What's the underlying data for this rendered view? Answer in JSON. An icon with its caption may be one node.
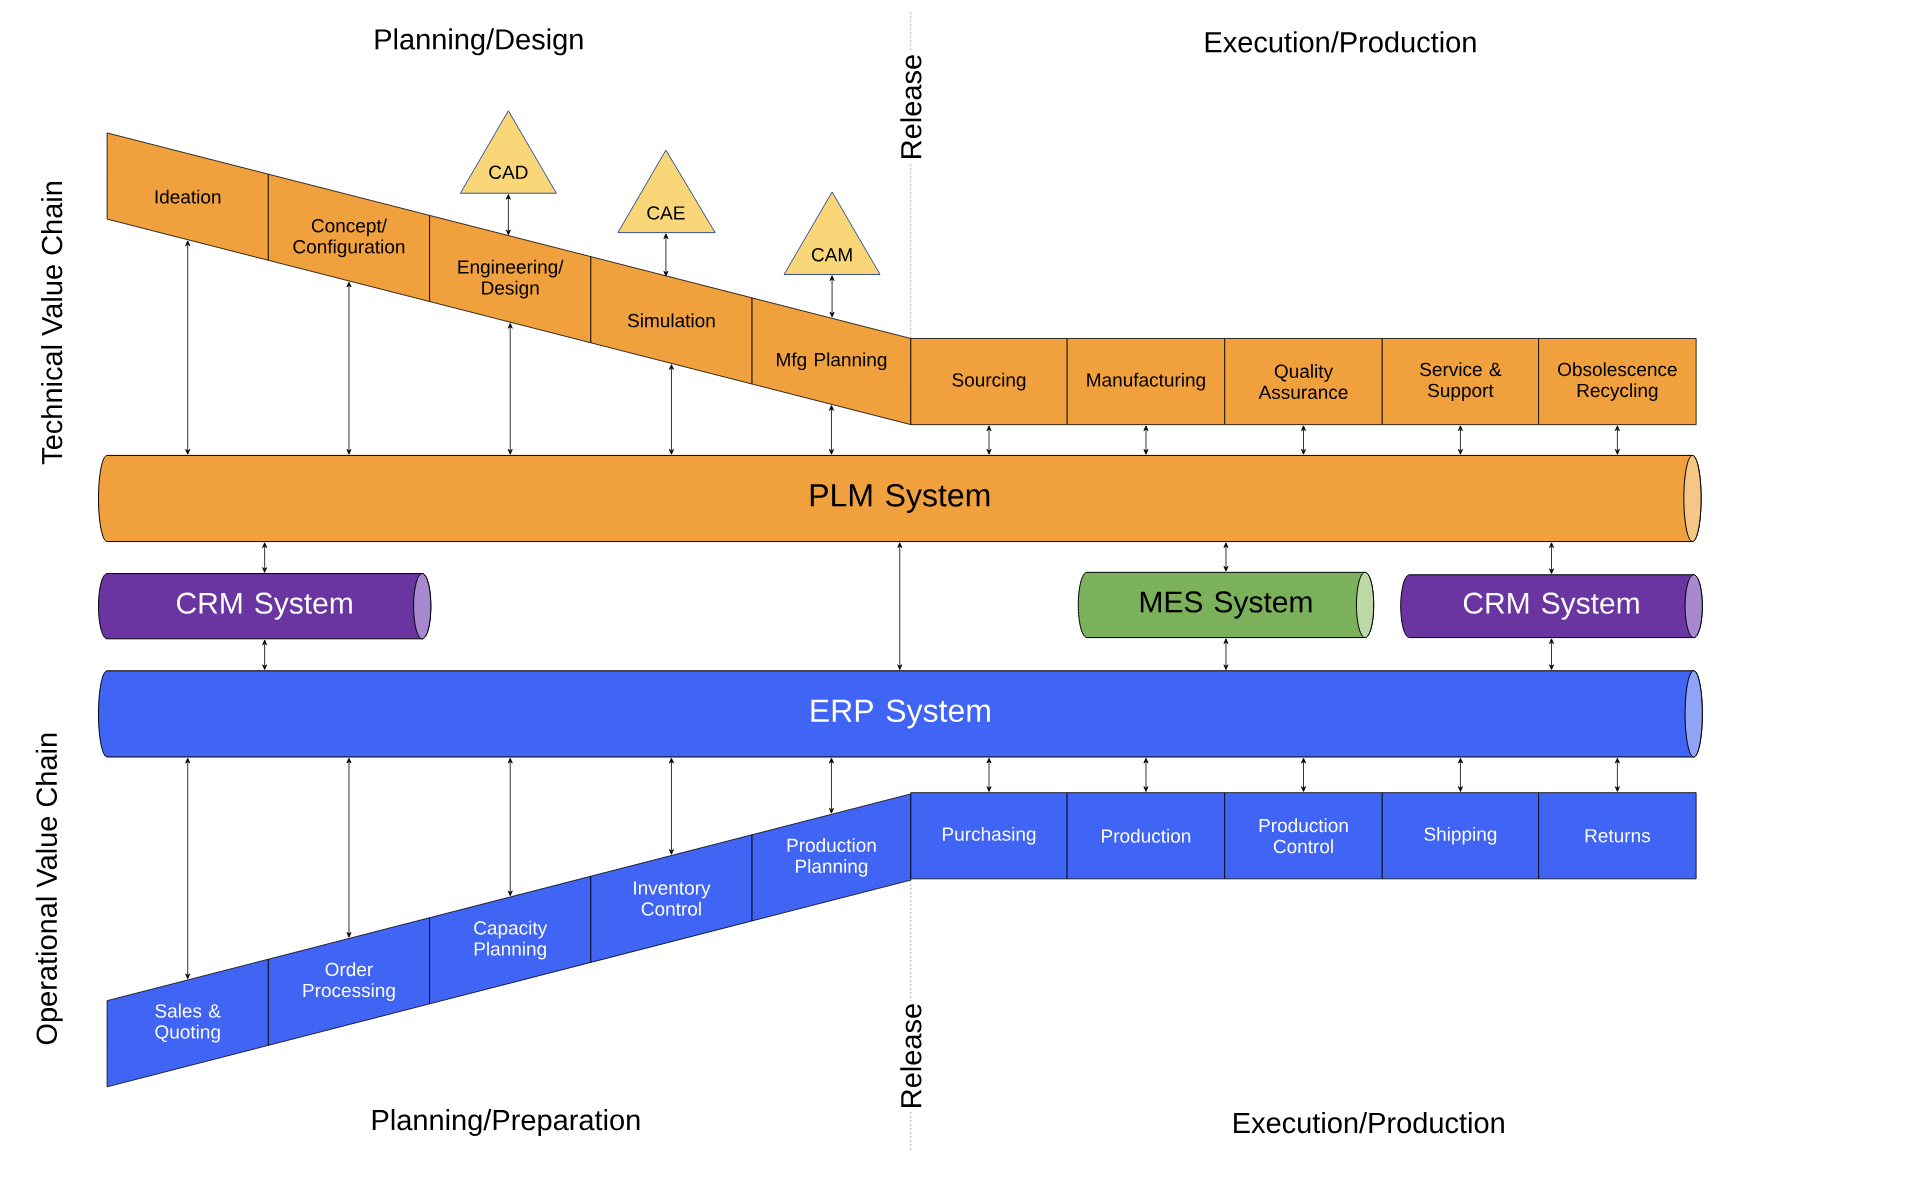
{
  "diagram": {
    "nodes": [
      {
        "text": [
          "CAD"
        ]
      },
      {
        "text": [
          "CAE"
        ]
      },
      {
        "text": [
          "CAM"
        ]
      },
      {
        "text": [
          "Ideation"
        ]
      },
      {
        "text": [
          "Concept/ Configuration"
        ]
      },
      {
        "text": [
          "Engineering/ Design"
        ]
      },
      {
        "text": [
          "Simulation"
        ]
      },
      {
        "text": [
          "Mfg Planning"
        ]
      },
      {
        "text": [
          "Sourcing"
        ]
      },
      {
        "text": [
          "Manufacturing"
        ]
      },
      {
        "text": [
          "Quality Assurance"
        ]
      },
      {
        "text": [
          "Service & Support"
        ]
      },
      {
        "text": [
          "Obsolescence Recycling"
        ]
      },
      {
        "text": [
          "PLM System"
        ]
      },
      {
        "text": [
          "CRM System"
        ]
      },
      {
        "text": [
          "MES System"
        ]
      },
      {
        "text": [
          "CRM System"
        ]
      },
      {
        "text": [
          "ERP System"
        ]
      },
      {
        "text": [
          "Sales & Quoting"
        ]
      },
      {
        "text": [
          "Order Processing"
        ]
      },
      {
        "text": [
          "Capacity Planning"
        ]
      },
      {
        "text": [
          "Inventory Control"
        ]
      },
      {
        "text": [
          "Production Planning"
        ]
      },
      {
        "text": [
          "Purchasing"
        ]
      },
      {
        "text": [
          "Production"
        ]
      },
      {
        "text": [
          "Production Control"
        ]
      },
      {
        "text": [
          "Shipping"
        ]
      },
      {
        "text": [
          "Returns"
        ]
      }
    ],
    "edges": [
      {
        "from": 0,
        "to": 5,
        "arrow": "both"
      },
      {
        "from": 1,
        "to": 6,
        "arrow": "both"
      },
      {
        "from": 2,
        "to": 7,
        "arrow": "both"
      },
      {
        "from": 3,
        "to": 13,
        "arrow": "both"
      },
      {
        "from": 4,
        "to": 13,
        "arrow": "both"
      },
      {
        "from": 5,
        "to": 13,
        "arrow": "both"
      },
      {
        "from": 6,
        "to": 13,
        "arrow": "both"
      },
      {
        "from": 7,
        "to": 13,
        "arrow": "both"
      },
      {
        "from": 8,
        "to": 13,
        "arrow": "both"
      },
      {
        "from": 9,
        "to": 13,
        "arrow": "both"
      },
      {
        "from": 10,
        "to": 13,
        "arrow": "both"
      },
      {
        "from": 11,
        "to": 13,
        "arrow": "both"
      },
      {
        "from": 12,
        "to": 13,
        "arrow": "both"
      },
      {
        "from": 13,
        "to": 14,
        "arrow": "both"
      },
      {
        "from": 14,
        "to": 17,
        "arrow": "both"
      },
      {
        "from": 13,
        "to": 17,
        "arrow": "both"
      },
      {
        "from": 13,
        "to": 15,
        "arrow": "both"
      },
      {
        "from": 15,
        "to": 17,
        "arrow": "both"
      },
      {
        "from": 13,
        "to": 16,
        "arrow": "both"
      },
      {
        "from": 16,
        "to": 17,
        "arrow": "both"
      },
      {
        "from": 17,
        "to": 18,
        "arrow": "both"
      },
      {
        "from": 17,
        "to": 19,
        "arrow": "both"
      },
      {
        "from": 17,
        "to": 20,
        "arrow": "both"
      },
      {
        "from": 17,
        "to": 21,
        "arrow": "both"
      },
      {
        "from": 17,
        "to": 22,
        "arrow": "both"
      },
      {
        "from": 17,
        "to": 23,
        "arrow": "both"
      },
      {
        "from": 17,
        "to": 24,
        "arrow": "both"
      },
      {
        "from": 17,
        "to": 25,
        "arrow": "both"
      },
      {
        "from": 17,
        "to": 26,
        "arrow": "both"
      },
      {
        "from": 17,
        "to": 27,
        "arrow": "both"
      }
    ],
    "labels": [
      "Planning/Design",
      "Release",
      "Execution/Production",
      "Technical Value Chain",
      "Operational Value Chain",
      "Release",
      "Planning/Preparation",
      "Execution/Production"
    ]
  }
}
